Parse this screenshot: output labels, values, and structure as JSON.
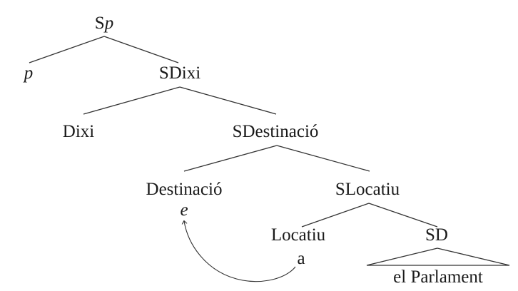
{
  "diagram": {
    "type": "syntax-tree",
    "nodes": {
      "root": {
        "label_main": "S",
        "label_italic": "p"
      },
      "p": {
        "label": "p"
      },
      "sdixi": {
        "label": "SDixi"
      },
      "dixi": {
        "label": "Dixi"
      },
      "sdestinacio": {
        "label": "SDestinació"
      },
      "destinacio": {
        "label": "Destinació"
      },
      "trace_e": {
        "label": "e"
      },
      "slocatiu": {
        "label": "SLocatiu"
      },
      "locatiu": {
        "label": "Locatiu"
      },
      "a": {
        "label": "a"
      },
      "sd": {
        "label": "SD"
      },
      "el_parlament": {
        "label": "el Parlament"
      }
    },
    "edges": [
      [
        "Sp",
        "p"
      ],
      [
        "Sp",
        "SDixi"
      ],
      [
        "SDixi",
        "Dixi"
      ],
      [
        "SDixi",
        "SDestinació"
      ],
      [
        "SDestinació",
        "Destinació"
      ],
      [
        "SDestinació",
        "SLocatiu"
      ],
      [
        "Destinació",
        "e"
      ],
      [
        "SLocatiu",
        "Locatiu"
      ],
      [
        "SLocatiu",
        "SD"
      ],
      [
        "Locatiu",
        "a"
      ],
      [
        "SD",
        "el Parlament (triangle)"
      ]
    ],
    "movement_arrow": {
      "from": "a",
      "to": "e"
    },
    "colors": {
      "line": "#333333",
      "text": "#1a1a1a",
      "background": "#ffffff"
    }
  }
}
